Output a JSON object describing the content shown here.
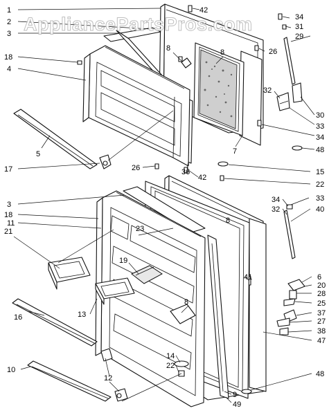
{
  "watermark": "AppliancePartsPros.com",
  "callouts": {
    "c1": "1",
    "c2": "2",
    "c3a": "3",
    "c18a": "18",
    "c4": "4",
    "c5": "5",
    "c17": "17",
    "c42a": "42",
    "c8a": "8",
    "c8b": "8",
    "c31": "31",
    "c34a": "34",
    "c29": "29",
    "c26a": "26",
    "c32a": "32",
    "c30": "30",
    "c33a": "33",
    "c34b": "34",
    "c48a": "48",
    "c7": "7",
    "c26b": "26",
    "c36": "36",
    "c42b": "42",
    "c15": "15",
    "c22a": "22",
    "c3b": "3",
    "c18b": "18",
    "c11": "11",
    "c21": "21",
    "c23": "23",
    "c8c": "8",
    "c34c": "34",
    "c33b": "33",
    "c32b": "32",
    "c40": "40",
    "c19": "19",
    "c41": "41",
    "c6": "6",
    "c20": "20",
    "c28": "28",
    "c25": "25",
    "c13": "13",
    "c16": "16",
    "c8d": "8",
    "c37": "37",
    "c27": "27",
    "c38": "38",
    "c47": "47",
    "c14": "14",
    "c22b": "22",
    "c12": "12",
    "c10": "10",
    "c48b": "48",
    "c9": "9",
    "c49": "49"
  }
}
